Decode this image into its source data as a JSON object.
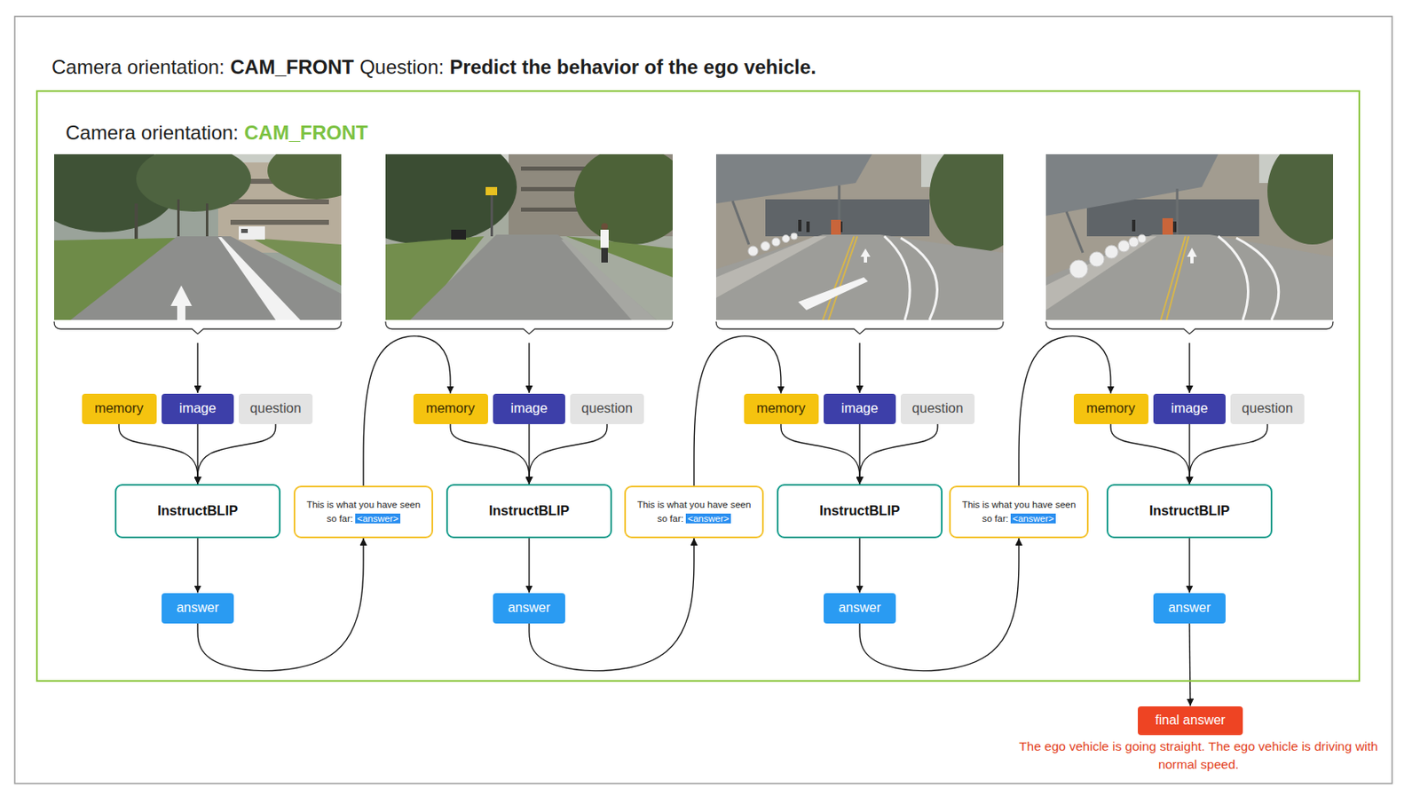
{
  "diagram": {
    "nodes": [
      {
        "text": [
          "Camera orientation:",
          "CAM_FRONT"
        ]
      },
      {
        "text": [
          "memory"
        ],
        "in": 0
      },
      {
        "text": [
          "image"
        ],
        "in": 0
      },
      {
        "text": [
          "question"
        ],
        "in": 0
      },
      {
        "text": [
          "InstructBLIP"
        ],
        "in": 0
      },
      {
        "text": [
          "answer"
        ],
        "in": 0
      },
      {
        "text": [
          "This is what you have seen so far:",
          "<answer>"
        ],
        "in": 0
      },
      {
        "text": [
          "memory"
        ],
        "in": 0
      },
      {
        "text": [
          "image"
        ],
        "in": 0
      },
      {
        "text": [
          "question"
        ],
        "in": 0
      },
      {
        "text": [
          "InstructBLIP"
        ],
        "in": 0
      },
      {
        "text": [
          "answer"
        ],
        "in": 0
      },
      {
        "text": [
          "This is what you have seen so far:",
          "<answer>"
        ],
        "in": 0
      },
      {
        "text": [
          "memory"
        ],
        "in": 0
      },
      {
        "text": [
          "image"
        ],
        "in": 0
      },
      {
        "text": [
          "question"
        ],
        "in": 0
      },
      {
        "text": [
          "InstructBLIP"
        ],
        "in": 0
      },
      {
        "text": [
          "answer"
        ],
        "in": 0
      },
      {
        "text": [
          "This is what you have seen so far:",
          "<answer>"
        ],
        "in": 0
      },
      {
        "text": [
          "memory"
        ],
        "in": 0
      },
      {
        "text": [
          "image"
        ],
        "in": 0
      },
      {
        "text": [
          "question"
        ],
        "in": 0
      },
      {
        "text": [
          "InstructBLIP"
        ],
        "in": 0
      },
      {
        "text": [
          "answer"
        ],
        "in": 0
      },
      {
        "text": [
          "final answer"
        ]
      }
    ],
    "edges": [
      {
        "from": 1,
        "to": 4,
        "arrow": "to"
      },
      {
        "from": 2,
        "to": 4,
        "arrow": "to"
      },
      {
        "from": 3,
        "to": 4,
        "arrow": "to"
      },
      {
        "from": 4,
        "to": 5,
        "arrow": "to"
      },
      {
        "from": 5,
        "to": 6,
        "arrow": "to"
      },
      {
        "from": 6,
        "to": 7,
        "arrow": "to"
      },
      {
        "from": 7,
        "to": 10,
        "arrow": "to"
      },
      {
        "from": 8,
        "to": 10,
        "arrow": "to"
      },
      {
        "from": 9,
        "to": 10,
        "arrow": "to"
      },
      {
        "from": 10,
        "to": 11,
        "arrow": "to"
      },
      {
        "from": 11,
        "to": 12,
        "arrow": "to"
      },
      {
        "from": 12,
        "to": 13,
        "arrow": "to"
      },
      {
        "from": 13,
        "to": 16,
        "arrow": "to"
      },
      {
        "from": 14,
        "to": 16,
        "arrow": "to"
      },
      {
        "from": 15,
        "to": 16,
        "arrow": "to"
      },
      {
        "from": 16,
        "to": 17,
        "arrow": "to"
      },
      {
        "from": 17,
        "to": 18,
        "arrow": "to"
      },
      {
        "from": 18,
        "to": 19,
        "arrow": "to"
      },
      {
        "from": 19,
        "to": 22,
        "arrow": "to"
      },
      {
        "from": 20,
        "to": 22,
        "arrow": "to"
      },
      {
        "from": 21,
        "to": 22,
        "arrow": "to"
      },
      {
        "from": 22,
        "to": 23,
        "arrow": "to"
      },
      {
        "from": 23,
        "to": 24,
        "arrow": "to"
      }
    ],
    "labels": [
      "Camera orientation:",
      "CAM_FRONT",
      "Question:",
      "Predict the behavior of the ego vehicle.",
      "The ego vehicle is going straight. The ego vehicle is driving with normal speed."
    ]
  }
}
